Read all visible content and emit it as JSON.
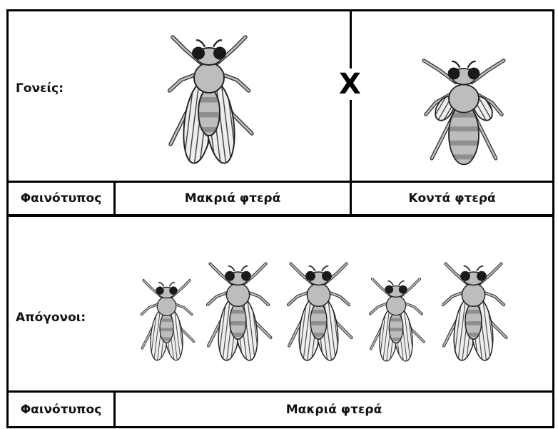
{
  "parents": {
    "row_label": "Γονείς:",
    "cross_symbol": "X",
    "phenotype_label": "Φαινότυπος",
    "left_phenotype": "Μακριά φτερά",
    "right_phenotype": "Κοντά φτερά"
  },
  "offspring": {
    "row_label": "Απόγονοι:",
    "phenotype_label": "Φαινότυπος",
    "phenotype": "Μακριά φτερά"
  }
}
